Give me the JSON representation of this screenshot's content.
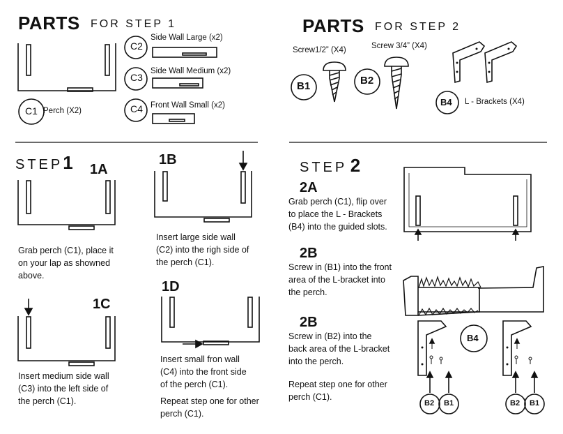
{
  "parts1": {
    "title": "PARTS",
    "subtitle": "FOR STEP 1",
    "items": [
      {
        "code": "C2",
        "label": "Side Wall Large (x2)"
      },
      {
        "code": "C3",
        "label": "Side Wall Medium (x2)"
      },
      {
        "code": "C4",
        "label": "Front Wall Small (x2)"
      },
      {
        "code": "C1",
        "label": "Perch  (X2)"
      }
    ]
  },
  "parts2": {
    "title": "PARTS",
    "subtitle": "FOR STEP 2",
    "screw_small_label": "Screw1/2” (X4)",
    "screw_large_label": "Screw 3/4” (X4)",
    "b1": "B1",
    "b2": "B2",
    "b4": "B4",
    "brackets_label": "L - Brackets (X4)"
  },
  "step1": {
    "word": "STEP",
    "num": "1",
    "a_label": "1A",
    "a_text": [
      "Grab perch (C1), place it",
      "on your lap as showned",
      "above."
    ],
    "b_label": "1B",
    "b_text": [
      "Insert large side wall",
      "(C2) into the righ side of",
      "the perch (C1)."
    ],
    "c_label": "1C",
    "c_text": [
      "Insert medium side wall",
      "(C3) into the left side of",
      "the perch (C1)."
    ],
    "d_label": "1D",
    "d_text": [
      "Insert small fron wall",
      "(C4) into the front side",
      "of the perch (C1)."
    ],
    "repeat_text": [
      "Repeat step one for other",
      "perch (C1)."
    ]
  },
  "step2": {
    "word": "STEP",
    "num": "2",
    "a_label": "2A",
    "a_text": [
      "Grab perch (C1), flip over",
      "to place the L - Brackets",
      "(B4) into the guided slots."
    ],
    "b_label": "2B",
    "b_text": [
      "Screw in (B1) into the front",
      "area of the L-bracket into",
      "the perch."
    ],
    "c_label": "2B",
    "c_text": [
      "Screw in (B2) into the",
      "back area of the L-bracket",
      "into the perch."
    ],
    "repeat_text": [
      "Repeat step one for other",
      "perch (C1)."
    ],
    "b4": "B4",
    "b2": "B2",
    "b1": "B1"
  }
}
